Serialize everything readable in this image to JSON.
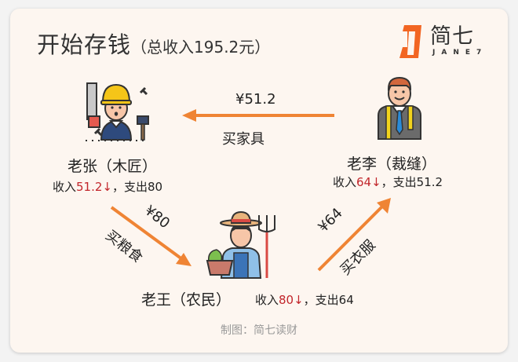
{
  "header": {
    "title": "开始存钱",
    "subtitle": "（总收入195.2元）"
  },
  "logo": {
    "text": "简七",
    "sub": "JANE7",
    "accent": "#f26522"
  },
  "nodes": {
    "zhang": {
      "icon": "carpenter-icon",
      "name": "老张（木匠）",
      "income_label": "收入",
      "income_value": "51.2↓",
      "spend_label": "，支出80"
    },
    "li": {
      "icon": "tailor-icon",
      "name": "老李（裁缝）",
      "income_label": "收入",
      "income_value": "64↓",
      "spend_label": "，支出51.2"
    },
    "wang": {
      "icon": "farmer-icon",
      "name": "老王（农民）",
      "income_label": "收入",
      "income_value": "80↓",
      "spend_label": "，支出64"
    }
  },
  "flows": [
    {
      "from": "老李（裁缝）",
      "to": "老张（木匠）",
      "amount": "¥51.2",
      "purpose": "买家具"
    },
    {
      "from": "老张（木匠）",
      "to": "老王（农民）",
      "amount": "¥80",
      "purpose": "买粮食"
    },
    {
      "from": "老王（农民）",
      "to": "老李（裁缝）",
      "amount": "¥64",
      "purpose": "买衣服"
    }
  ],
  "colors": {
    "arrow": "#ef8434",
    "income_highlight": "#c2262b",
    "background": "#fdf6f0"
  },
  "footer": {
    "credit": "制图：简七读财"
  }
}
